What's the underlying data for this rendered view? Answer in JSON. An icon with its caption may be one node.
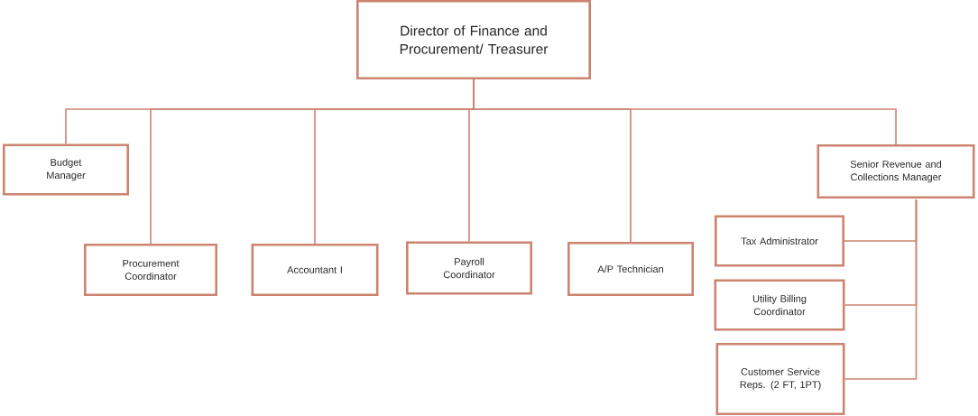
{
  "diagram": {
    "nodes": [
      {
        "text": [
          "Director of Finance and Procurement/ Treasurer"
        ]
      },
      {
        "text": [
          "Budget Manager"
        ]
      },
      {
        "text": [
          "Procurement Coordinator"
        ]
      },
      {
        "text": [
          "Accountant I"
        ]
      },
      {
        "text": [
          "Payroll Coordinator"
        ]
      },
      {
        "text": [
          "A/P Technician"
        ]
      },
      {
        "text": [
          "Senior Revenue and Collections Manager"
        ]
      },
      {
        "text": [
          "Tax Administrator"
        ]
      },
      {
        "text": [
          "Utility Billing Coordinator"
        ]
      },
      {
        "text": [
          "Customer Service Reps. (2 FT, 1PT)"
        ]
      }
    ],
    "edges": [
      {
        "from": 0,
        "to": 1,
        "arrow": "none"
      },
      {
        "from": 0,
        "to": 2,
        "arrow": "none"
      },
      {
        "from": 0,
        "to": 3,
        "arrow": "none"
      },
      {
        "from": 0,
        "to": 4,
        "arrow": "none"
      },
      {
        "from": 0,
        "to": 5,
        "arrow": "none"
      },
      {
        "from": 0,
        "to": 6,
        "arrow": "none"
      },
      {
        "from": 6,
        "to": 7,
        "arrow": "none"
      },
      {
        "from": 6,
        "to": 8,
        "arrow": "none"
      },
      {
        "from": 6,
        "to": 9,
        "arrow": "none"
      }
    ]
  }
}
